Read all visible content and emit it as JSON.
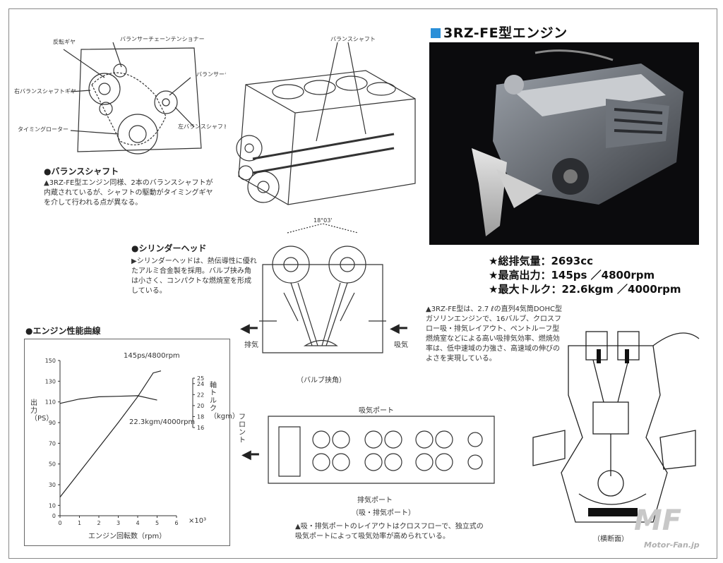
{
  "page": {
    "title": "3RZ-FE型エンジン",
    "specs": [
      "★総排気量：2693cc",
      "★最高出力：145ps ／4800rpm",
      "★最大トルク：22.6kgm ／4000rpm"
    ],
    "description": "▲3RZ-FE型は、2.7 ℓの直列4気筒DOHC型ガソリンエンジンで、16バルブ、クロスフロー吸・排気レイアウト、ペントルーフ型燃焼室などによる高い吸排気効率、燃焼効率は、低中速域の力強さ、高速域の伸びのよさを実現している。",
    "watermark": "MF",
    "watermark_sub": "Motor-Fan.jp"
  },
  "balance_shaft": {
    "heading": "●バランスシャフト",
    "text": "▲3RZ-FE型エンジン同様、2本のバランスシャフトが内蔵されているが、シャフトの駆動がタイミングギヤを介して行われる点が異なる。",
    "labels": {
      "reverse_gear": "反転ギヤ",
      "tensioner": "バランサーチェーンテンショナー",
      "chain": "バランサーチェーン",
      "right_gear": "右バランスシャフトギヤ",
      "left_gear": "左バランスシャフトギヤ",
      "rotor": "タイミングローター",
      "shaft": "バランスシャフト"
    }
  },
  "cylinder_head": {
    "heading": "●シリンダーヘッド",
    "text": "▶シリンダーヘッドは、熱伝導性に優れたアルミ合金製を採用。バルブ挟み角は小さく、コンパクトな燃焼室を形成している。",
    "angle": "18°03'",
    "exhaust": "排気",
    "intake": "吸気",
    "caption": "（バルブ挟角）"
  },
  "ports": {
    "intake_label": "吸気ポート",
    "exhaust_label": "排気ポート",
    "front_label": "フロント",
    "caption": "（吸・排気ポート）",
    "text": "▲吸・排気ポートのレイアウトはクロスフローで、独立式の吸気ポートによって吸気効率が高められている。"
  },
  "cross_section": {
    "caption": "（横断面）"
  },
  "chart": {
    "heading": "●エンジン性能曲線",
    "power_label": "145ps/4800rpm",
    "torque_label": "22.3kgm/4000rpm",
    "left_axis_label": "出力（PS）",
    "right_axis_label": "軸トルク（kgm）",
    "x_axis_label": "エンジン回転数（rpm）",
    "x_unit": "×10³"
  },
  "chart_data": {
    "type": "line",
    "title": "●エンジン性能曲線",
    "xlabel": "エンジン回転数（rpm）",
    "ylabel": "出力（PS）",
    "y2label": "軸トルク（kgm）",
    "xlim": [
      0,
      6
    ],
    "ylim": [
      0,
      150
    ],
    "y2lim": [
      16,
      25
    ],
    "x_ticks": [
      "0",
      "1",
      "2",
      "3",
      "4",
      "5",
      "6"
    ],
    "y_ticks": [
      "0",
      "10",
      "30",
      "50",
      "70",
      "90",
      "110",
      "130",
      "150"
    ],
    "y2_ticks": [
      "16",
      "18",
      "20",
      "22",
      "24",
      "25"
    ],
    "series": [
      {
        "name": "145ps/4800rpm",
        "axis": "left",
        "x": [
          0,
          1,
          2,
          3,
          4,
          4.8,
          5.2
        ],
        "y": [
          18,
          42,
          66,
          90,
          115,
          138,
          140
        ]
      },
      {
        "name": "22.3kgm/4000rpm",
        "axis": "right",
        "x": [
          0,
          1,
          2,
          3,
          4,
          5
        ],
        "y": [
          20.4,
          21.2,
          21.6,
          21.7,
          21.8,
          21.0
        ]
      }
    ]
  }
}
